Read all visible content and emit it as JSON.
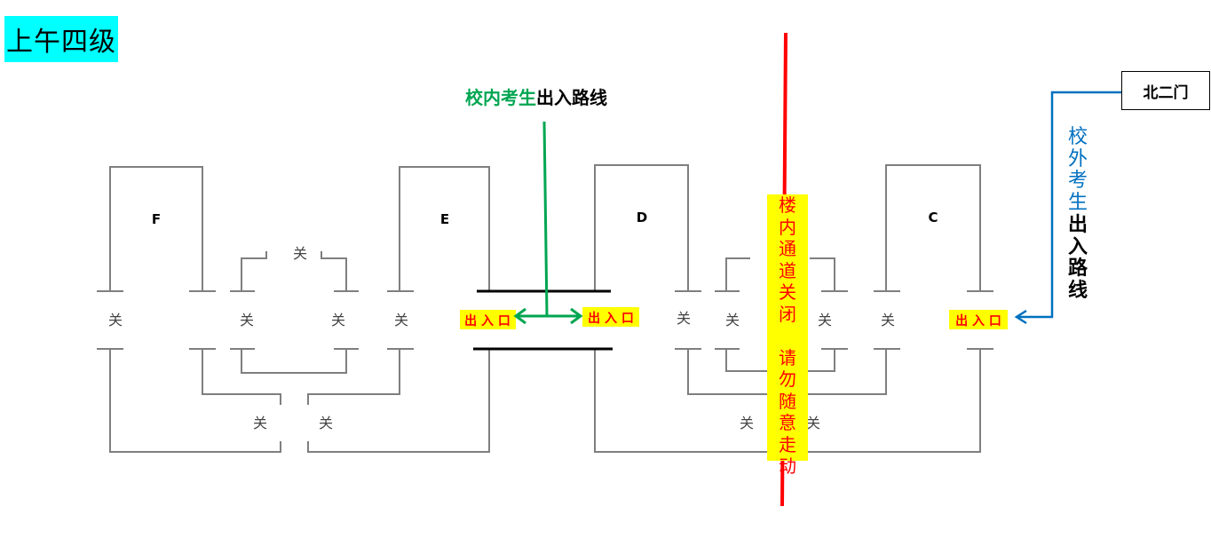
{
  "title": "上午四级",
  "north_gate": "北二门",
  "inner_route": {
    "part1": "校内考生",
    "part2": "出入路线"
  },
  "outer_route": {
    "part1": [
      "校",
      "外",
      "考",
      "生"
    ],
    "part2": [
      "出",
      "入",
      "路",
      "线"
    ]
  },
  "notice": [
    "楼",
    "内",
    "通",
    "道",
    "关",
    "闭",
    "",
    "请",
    "勿",
    "随",
    "意",
    "走",
    "动"
  ],
  "buildings": [
    "F",
    "E",
    "D",
    "C"
  ],
  "closed_label": "关",
  "entrance_label": "出 入 口",
  "colors": {
    "inner_route": "#00a651",
    "outer_route": "#0070c0",
    "barrier": "#ff0000",
    "highlight": "#ffff00",
    "title_bg": "#00ffff",
    "walls": "#7f7f7f"
  }
}
